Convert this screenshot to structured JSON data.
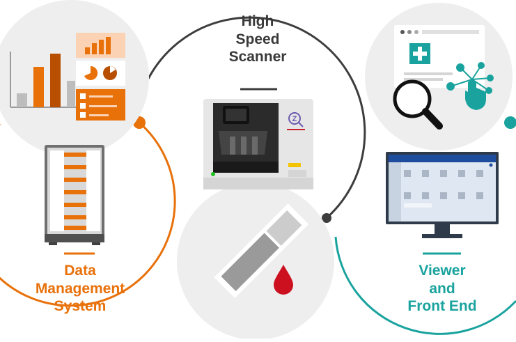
{
  "colors": {
    "orange": "#e8710a",
    "teal": "#1aa39e",
    "dark_ring": "#3d3d3d",
    "circle_fill": "#eeeeee",
    "blood": "#cc1020"
  },
  "labels": {
    "scanner": [
      "High",
      "Speed",
      "Scanner"
    ],
    "dms": [
      "Data",
      "Management",
      "System"
    ],
    "viewer": [
      "Viewer",
      "and",
      "Front End"
    ]
  },
  "illustrations": {
    "scanner_badge": "Z",
    "dms_icons": [
      "bar-chart-icon",
      "mini-bar-chart-icon",
      "pie-chart-icon",
      "checklist-icon",
      "server-rack-icon"
    ],
    "viewer_icons": [
      "browser-window-icon",
      "medical-cross-icon",
      "magnifier-icon",
      "touch-network-icon",
      "monitor-icon"
    ],
    "sample_icons": [
      "glass-slide-icon",
      "blood-drop-icon"
    ]
  }
}
